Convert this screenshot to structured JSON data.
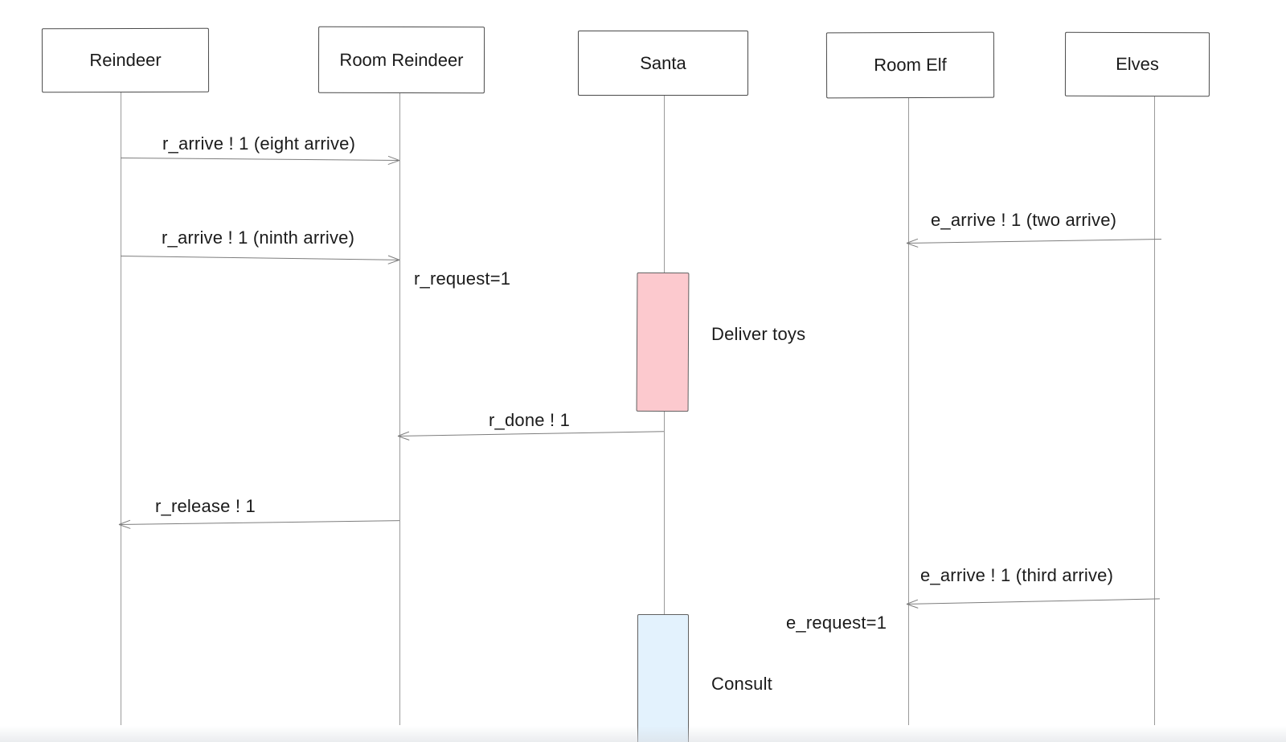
{
  "diagram": {
    "type": "sequence-diagram",
    "actors": [
      {
        "name": "Reindeer"
      },
      {
        "name": "Room Reindeer"
      },
      {
        "name": "Santa"
      },
      {
        "name": "Room Elf"
      },
      {
        "name": "Elves"
      }
    ],
    "messages": [
      {
        "label": "r_arrive ! 1 (eight arrive)",
        "from": "Reindeer",
        "to": "Room Reindeer",
        "direction": "right"
      },
      {
        "label": "r_arrive ! 1 (ninth arrive)",
        "from": "Reindeer",
        "to": "Room Reindeer",
        "direction": "right"
      },
      {
        "label": "e_arrive ! 1 (two arrive)",
        "from": "Elves",
        "to": "Room Elf",
        "direction": "left"
      },
      {
        "label": "r_done ! 1",
        "from": "Santa",
        "to": "Room Reindeer",
        "direction": "left"
      },
      {
        "label": "r_release ! 1",
        "from": "Room Reindeer",
        "to": "Reindeer",
        "direction": "left"
      },
      {
        "label": "e_arrive ! 1 (third arrive)",
        "from": "Elves",
        "to": "Room Elf",
        "direction": "left"
      }
    ],
    "notes": [
      {
        "label": "r_request=1"
      },
      {
        "label": "e_request=1"
      }
    ],
    "activations": [
      {
        "label": "Deliver toys",
        "actor": "Santa",
        "color": "#fcc9ce"
      },
      {
        "label": "Consult",
        "actor": "Santa",
        "color": "#e3f2fd"
      }
    ]
  }
}
